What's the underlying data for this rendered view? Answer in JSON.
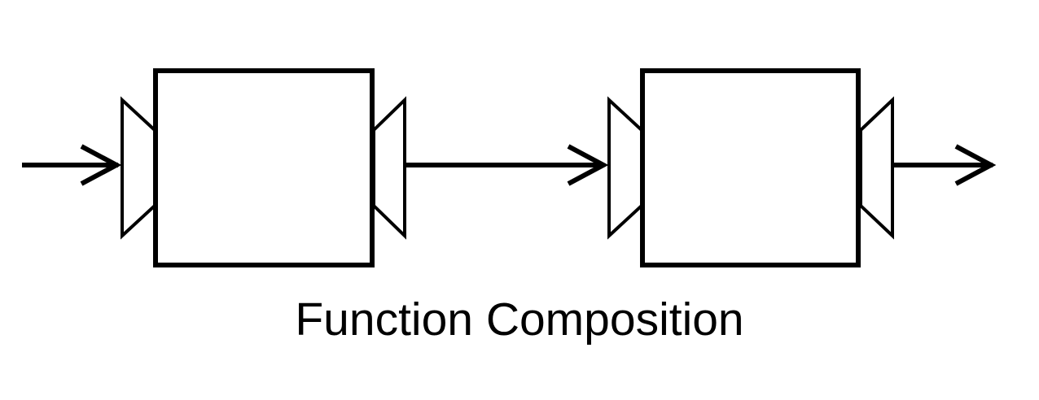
{
  "diagram": {
    "caption": "Function Composition",
    "line_color": "#000000",
    "background": "#ffffff",
    "nodes": [
      {
        "id": "function-box-1",
        "label": ""
      },
      {
        "id": "function-box-2",
        "label": ""
      }
    ],
    "edges": [
      {
        "from": "input",
        "to": "function-box-1"
      },
      {
        "from": "function-box-1",
        "to": "function-box-2"
      },
      {
        "from": "function-box-2",
        "to": "output"
      }
    ]
  }
}
